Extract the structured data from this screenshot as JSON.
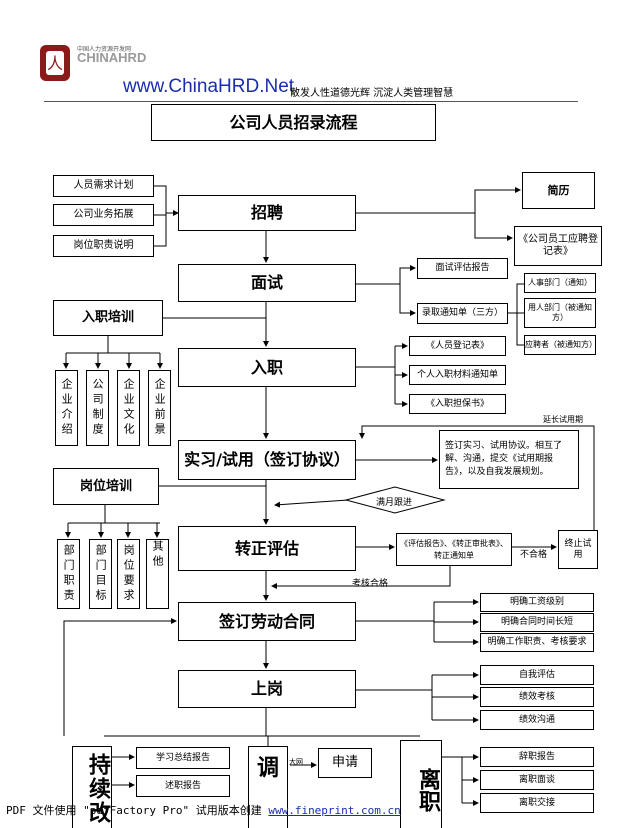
{
  "header": {
    "logo_subtitle": "中国人力资源开发网",
    "logo_brand": "CHINAHRD",
    "url": "www.ChinaHRD.Net",
    "slogan": "散发人性道德光辉 沉淀人类管理智慧"
  },
  "title": "公司人员招录流程",
  "inputs": [
    "人员需求计划",
    "公司业务拓展",
    "岗位职责说明"
  ],
  "main_steps": {
    "recruit": "招聘",
    "interview": "面试",
    "onboard": "入职",
    "probation": "实习/试用（签订协议）",
    "evaluation": "转正评估",
    "contract": "签订劳动合同",
    "post": "上岗"
  },
  "recruit_outputs": [
    "简历",
    "《公司员工应聘登记表》"
  ],
  "interview_outputs": [
    "面试评估报告",
    "录取通知单（三方）"
  ],
  "notice_recipients": [
    "人事部门（通知）",
    "用人部门（被通知方）",
    "应聘者（被通知方）"
  ],
  "induction_training": {
    "label": "入职培训",
    "items": [
      "企业介绍",
      "公司制度",
      "企业文化",
      "企业前景"
    ]
  },
  "onboard_docs": [
    "《人员登记表》",
    "个人入职材料通知单",
    "《入职担保书》"
  ],
  "extend_probation": "延长试用期",
  "probation_note": "签订实习、试用协议。相互了解、沟通，提交《试用期报告》，以及自我发展规划。",
  "job_training": {
    "label": "岗位培训",
    "items": [
      "部门职责",
      "部门目标",
      "岗位要求",
      "其他"
    ]
  },
  "monthly_followup": "满月跟进",
  "evaluation_docs": "《评估报告》、《转正审批表》、转正通知单",
  "fail_label": "不合格",
  "terminate": "终止试用",
  "pass_label": "考核合格",
  "contract_items": [
    "明确工资级别",
    "明确合同时间长短",
    "明确工作职责、考核要求"
  ],
  "post_items": [
    "自我评估",
    "绩效考核",
    "绩效沟通"
  ],
  "continuous": {
    "label": "持续改",
    "items": [
      "学习总结报告",
      "述职报告"
    ]
  },
  "transfer": {
    "label": "调",
    "arrow_label": "大网",
    "items": [
      "申请"
    ]
  },
  "leave": {
    "label": "离职",
    "items": [
      "辞职报告",
      "离职面谈",
      "离职交接"
    ]
  },
  "footer": {
    "prefix": "PDF 文件使用 \"pdfFactory Pro\" 试用版本创建 ",
    "link": "www.fineprint.com.cn"
  },
  "colors": {
    "url_blue": "#1a2db0",
    "logo_red": "#8b1a1a"
  }
}
